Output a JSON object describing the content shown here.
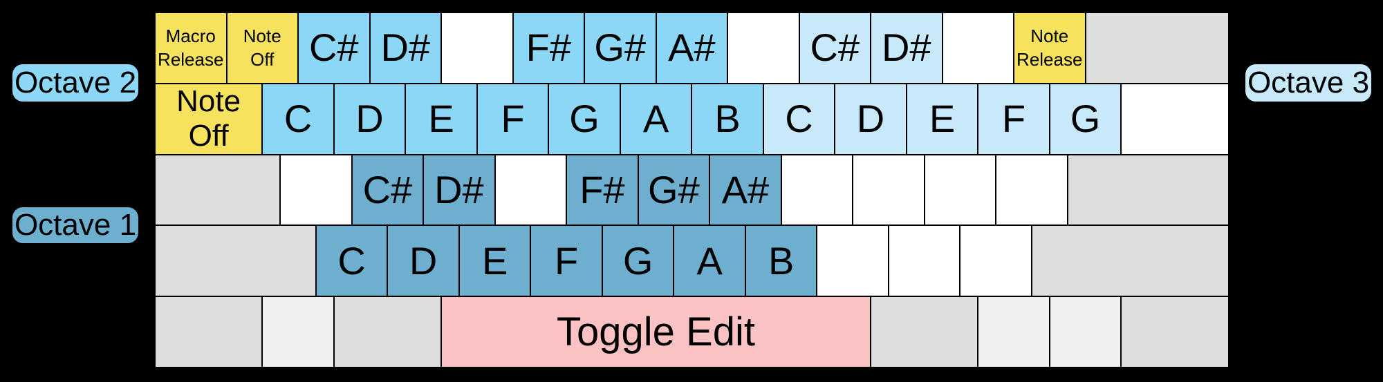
{
  "legend": {
    "octave1": "Octave 1",
    "octave2": "Octave 2",
    "octave3": "Octave 3"
  },
  "colors": {
    "background": "#000000",
    "yellow": "#F6E25C",
    "octave2_blue": "#8CD7F5",
    "octave3_blue": "#C8E9FA",
    "octave1_blue": "#6EAECE",
    "pink": "#FBC2C4",
    "gray": "#DEDEDE",
    "light_gray": "#F0F0F0",
    "white": "#FFFFFF",
    "text": "#000000"
  },
  "keyboard": {
    "rows": [
      {
        "keys": [
          {
            "name": "key-macro-release",
            "lines": [
              "Macro",
              "Release"
            ],
            "color": "yellow",
            "w": 1,
            "size": "small"
          },
          {
            "name": "key-note-off",
            "lines": [
              "Note",
              "Off"
            ],
            "color": "yellow",
            "w": 1,
            "size": "small"
          },
          {
            "name": "key-note-c-sharp-oct2",
            "lines": [
              "C#"
            ],
            "color": "octave2_blue",
            "w": 1,
            "size": "note"
          },
          {
            "name": "key-note-d-sharp-oct2",
            "lines": [
              "D#"
            ],
            "color": "octave2_blue",
            "w": 1,
            "size": "note"
          },
          {
            "name": "key-blank-white",
            "lines": [],
            "color": "white",
            "w": 1
          },
          {
            "name": "key-note-f-sharp-oct2",
            "lines": [
              "F#"
            ],
            "color": "octave2_blue",
            "w": 1,
            "size": "note"
          },
          {
            "name": "key-note-g-sharp-oct2",
            "lines": [
              "G#"
            ],
            "color": "octave2_blue",
            "w": 1,
            "size": "note"
          },
          {
            "name": "key-note-a-sharp-oct2",
            "lines": [
              "A#"
            ],
            "color": "octave2_blue",
            "w": 1,
            "size": "note"
          },
          {
            "name": "key-blank-white",
            "lines": [],
            "color": "white",
            "w": 1
          },
          {
            "name": "key-note-c-sharp-oct3",
            "lines": [
              "C#"
            ],
            "color": "octave3_blue",
            "w": 1,
            "size": "note"
          },
          {
            "name": "key-note-d-sharp-oct3",
            "lines": [
              "D#"
            ],
            "color": "octave3_blue",
            "w": 1,
            "size": "note"
          },
          {
            "name": "key-blank-white",
            "lines": [],
            "color": "white",
            "w": 1
          },
          {
            "name": "key-note-release",
            "lines": [
              "Note",
              "Release"
            ],
            "color": "yellow",
            "w": 1,
            "size": "small"
          },
          {
            "name": "key-blank-gray",
            "lines": [],
            "color": "gray",
            "w": 2
          }
        ]
      },
      {
        "keys": [
          {
            "name": "key-note-off-wide",
            "lines": [
              "Note",
              "Off"
            ],
            "color": "yellow",
            "w": 1.5,
            "size": "medium"
          },
          {
            "name": "key-note-c-oct2",
            "lines": [
              "C"
            ],
            "color": "octave2_blue",
            "w": 1,
            "size": "note"
          },
          {
            "name": "key-note-d-oct2",
            "lines": [
              "D"
            ],
            "color": "octave2_blue",
            "w": 1,
            "size": "note"
          },
          {
            "name": "key-note-e-oct2",
            "lines": [
              "E"
            ],
            "color": "octave2_blue",
            "w": 1,
            "size": "note"
          },
          {
            "name": "key-note-f-oct2",
            "lines": [
              "F"
            ],
            "color": "octave2_blue",
            "w": 1,
            "size": "note"
          },
          {
            "name": "key-note-g-oct2",
            "lines": [
              "G"
            ],
            "color": "octave2_blue",
            "w": 1,
            "size": "note"
          },
          {
            "name": "key-note-a-oct2",
            "lines": [
              "A"
            ],
            "color": "octave2_blue",
            "w": 1,
            "size": "note"
          },
          {
            "name": "key-note-b-oct2",
            "lines": [
              "B"
            ],
            "color": "octave2_blue",
            "w": 1,
            "size": "note"
          },
          {
            "name": "key-note-c-oct3",
            "lines": [
              "C"
            ],
            "color": "octave3_blue",
            "w": 1,
            "size": "note"
          },
          {
            "name": "key-note-d-oct3",
            "lines": [
              "D"
            ],
            "color": "octave3_blue",
            "w": 1,
            "size": "note"
          },
          {
            "name": "key-note-e-oct3",
            "lines": [
              "E"
            ],
            "color": "octave3_blue",
            "w": 1,
            "size": "note"
          },
          {
            "name": "key-note-f-oct3",
            "lines": [
              "F"
            ],
            "color": "octave3_blue",
            "w": 1,
            "size": "note"
          },
          {
            "name": "key-note-g-oct3",
            "lines": [
              "G"
            ],
            "color": "octave3_blue",
            "w": 1,
            "size": "note"
          },
          {
            "name": "key-blank-white",
            "lines": [],
            "color": "white",
            "w": 1.5
          }
        ]
      },
      {
        "keys": [
          {
            "name": "key-blank-gray",
            "lines": [],
            "color": "gray",
            "w": 1.75
          },
          {
            "name": "key-blank-white",
            "lines": [],
            "color": "white",
            "w": 1
          },
          {
            "name": "key-note-c-sharp-oct1",
            "lines": [
              "C#"
            ],
            "color": "octave1_blue",
            "w": 1,
            "size": "note"
          },
          {
            "name": "key-note-d-sharp-oct1",
            "lines": [
              "D#"
            ],
            "color": "octave1_blue",
            "w": 1,
            "size": "note"
          },
          {
            "name": "key-blank-white",
            "lines": [],
            "color": "white",
            "w": 1
          },
          {
            "name": "key-note-f-sharp-oct1",
            "lines": [
              "F#"
            ],
            "color": "octave1_blue",
            "w": 1,
            "size": "note"
          },
          {
            "name": "key-note-g-sharp-oct1",
            "lines": [
              "G#"
            ],
            "color": "octave1_blue",
            "w": 1,
            "size": "note"
          },
          {
            "name": "key-note-a-sharp-oct1",
            "lines": [
              "A#"
            ],
            "color": "octave1_blue",
            "w": 1,
            "size": "note"
          },
          {
            "name": "key-blank-white",
            "lines": [],
            "color": "white",
            "w": 1
          },
          {
            "name": "key-blank-white",
            "lines": [],
            "color": "white",
            "w": 1
          },
          {
            "name": "key-blank-white",
            "lines": [],
            "color": "white",
            "w": 1
          },
          {
            "name": "key-blank-white",
            "lines": [],
            "color": "white",
            "w": 1
          },
          {
            "name": "key-blank-gray",
            "lines": [],
            "color": "gray",
            "w": 2.25
          }
        ]
      },
      {
        "keys": [
          {
            "name": "key-blank-gray",
            "lines": [],
            "color": "gray",
            "w": 2.25
          },
          {
            "name": "key-note-c-oct1",
            "lines": [
              "C"
            ],
            "color": "octave1_blue",
            "w": 1,
            "size": "note"
          },
          {
            "name": "key-note-d-oct1",
            "lines": [
              "D"
            ],
            "color": "octave1_blue",
            "w": 1,
            "size": "note"
          },
          {
            "name": "key-note-e-oct1",
            "lines": [
              "E"
            ],
            "color": "octave1_blue",
            "w": 1,
            "size": "note"
          },
          {
            "name": "key-note-f-oct1",
            "lines": [
              "F"
            ],
            "color": "octave1_blue",
            "w": 1,
            "size": "note"
          },
          {
            "name": "key-note-g-oct1",
            "lines": [
              "G"
            ],
            "color": "octave1_blue",
            "w": 1,
            "size": "note"
          },
          {
            "name": "key-note-a-oct1",
            "lines": [
              "A"
            ],
            "color": "octave1_blue",
            "w": 1,
            "size": "note"
          },
          {
            "name": "key-note-b-oct1",
            "lines": [
              "B"
            ],
            "color": "octave1_blue",
            "w": 1,
            "size": "note"
          },
          {
            "name": "key-blank-white",
            "lines": [],
            "color": "white",
            "w": 1
          },
          {
            "name": "key-blank-white",
            "lines": [],
            "color": "white",
            "w": 1
          },
          {
            "name": "key-blank-white",
            "lines": [],
            "color": "white",
            "w": 1
          },
          {
            "name": "key-blank-gray",
            "lines": [],
            "color": "gray",
            "w": 2.75
          }
        ]
      },
      {
        "keys": [
          {
            "name": "key-blank-gray",
            "lines": [],
            "color": "gray",
            "w": 1.5
          },
          {
            "name": "key-blank-light-gray",
            "lines": [],
            "color": "light_gray",
            "w": 1
          },
          {
            "name": "key-blank-gray",
            "lines": [],
            "color": "gray",
            "w": 1.5
          },
          {
            "name": "key-toggle-edit",
            "lines": [
              "Toggle Edit"
            ],
            "color": "pink",
            "w": 6,
            "size": "toggle"
          },
          {
            "name": "key-blank-gray",
            "lines": [],
            "color": "gray",
            "w": 1.5
          },
          {
            "name": "key-blank-light-gray",
            "lines": [],
            "color": "light_gray",
            "w": 1
          },
          {
            "name": "key-blank-light-gray",
            "lines": [],
            "color": "light_gray",
            "w": 1
          },
          {
            "name": "key-blank-gray",
            "lines": [],
            "color": "gray",
            "w": 1.5
          }
        ]
      }
    ]
  }
}
